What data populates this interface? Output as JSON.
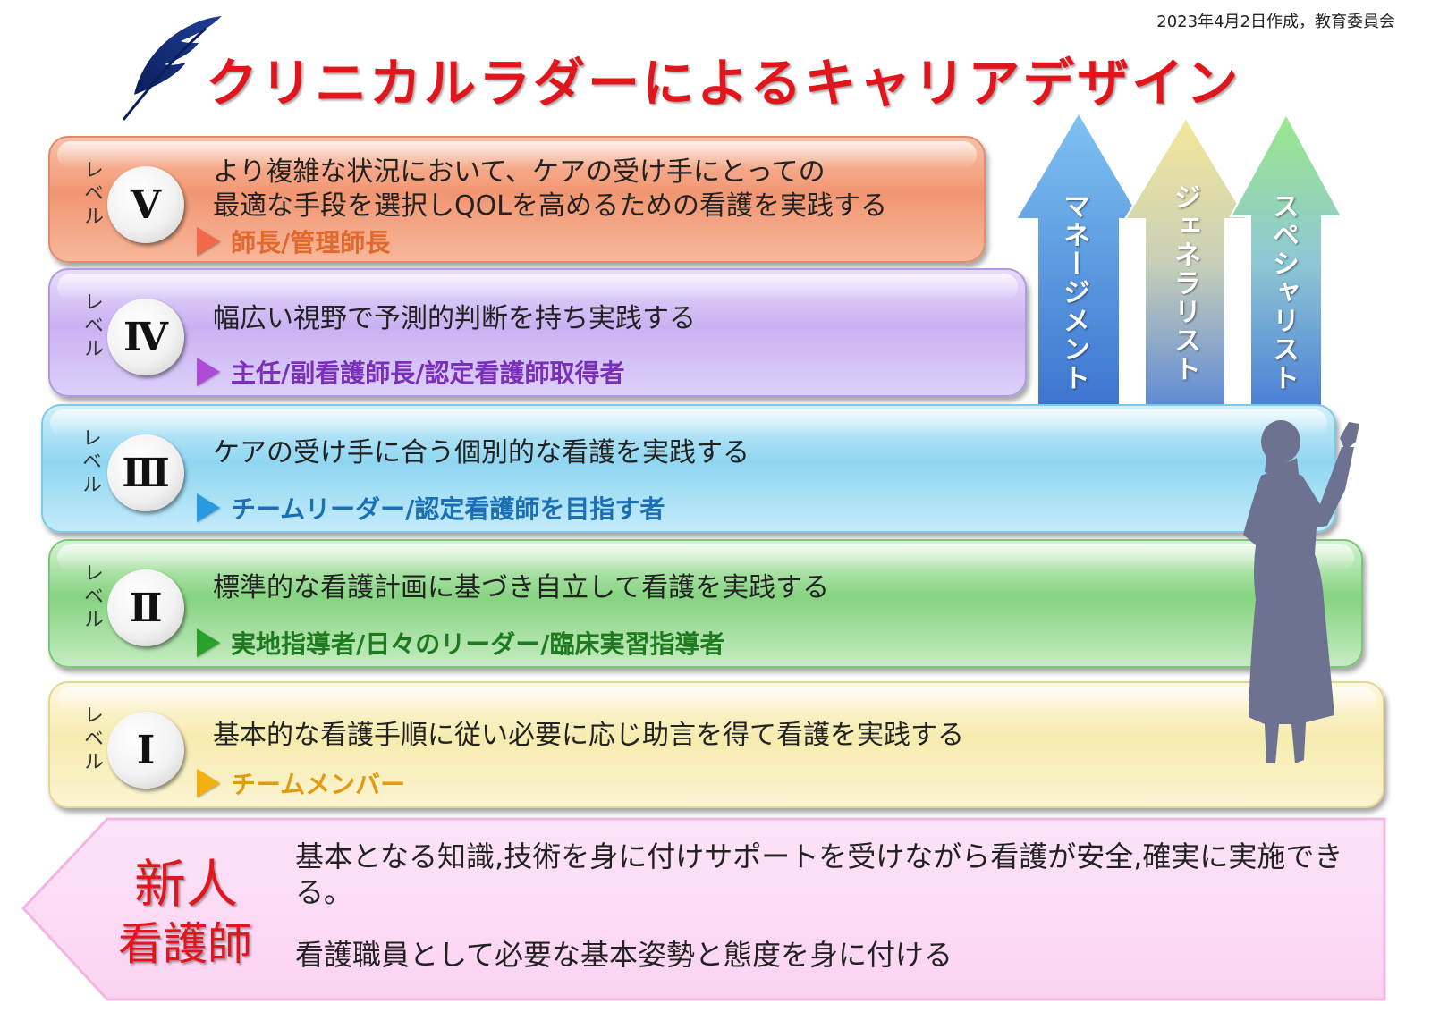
{
  "created_note": "2023年4月2日作成，教育委員会",
  "title": "クリニカルラダーによるキャリアデザイン",
  "level_word": "レベル",
  "levels": [
    {
      "numeral": "V",
      "description_line1": "より複雑な状況において、ケアの受け手にとっての",
      "description_line2": "最適な手段を選択しQOLを高めるための看護を実践する",
      "role": "師長/管理師長",
      "role_color": "#e2692e",
      "marker_color": "#f06a4a"
    },
    {
      "numeral": "Ⅳ",
      "description_line1": "幅広い視野で予測的判断を持ち実践する",
      "role": "主任/副看護師長/認定看護師取得者",
      "role_color": "#7a2fb8",
      "marker_color": "#b04bd6"
    },
    {
      "numeral": "Ⅲ",
      "description_line1": "ケアの受け手に合う個別的な看護を実践する",
      "role": "チームリーダー/認定看護師を目指す者",
      "role_color": "#1a6fb5",
      "marker_color": "#2a9ae0"
    },
    {
      "numeral": "Ⅱ",
      "description_line1": "標準的な看護計画に基づき自立して看護を実践する",
      "role": "実地指導者/日々のリーダー/臨床実習指導者",
      "role_color": "#1e7a1e",
      "marker_color": "#2aa12a"
    },
    {
      "numeral": "I",
      "description_line1": "基本的な看護手順に従い必要に応じ助言を得て看護を実践する",
      "role": "チームメンバー",
      "role_color": "#e39a12",
      "marker_color": "#f2b012"
    }
  ],
  "career_arrows": [
    {
      "label": "マネージメント",
      "color_top": "#5aa8e6",
      "color_bottom": "#2f6fc8"
    },
    {
      "label": "ジェネラリスト",
      "color_top": "#f2e08a",
      "color_bottom": "#6d93d8"
    },
    {
      "label": "スペシャリスト",
      "color_top": "#8ee07a",
      "color_bottom": "#4c7fd6"
    }
  ],
  "newbie": {
    "title_line1": "新人",
    "title_line2": "看護師",
    "description": "基本となる知識,技術を身に付けサポートを受けながら看護が安全,確実に実施できる。",
    "description2": "看護職員として必要な基本姿勢と態度を身に付ける"
  },
  "colors": {
    "title_red": "#e0161c",
    "newbie_bg": "#fdd9f4"
  }
}
